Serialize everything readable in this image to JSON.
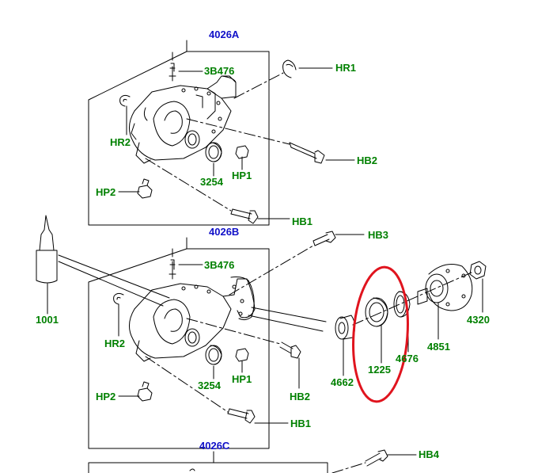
{
  "colors": {
    "assembly_label": "#1010c8",
    "part_label": "#008000",
    "highlight_ring": "#e0141e",
    "linework": "#000000"
  },
  "assemblies": {
    "a": "4026A",
    "b": "4026B",
    "c": "4026C"
  },
  "parts": {
    "a_3b476": "3B476",
    "a_hr1": "HR1",
    "a_hr2": "HR2",
    "a_hb2": "HB2",
    "a_hp1": "HP1",
    "a_3254": "3254",
    "a_hp2": "HP2",
    "a_hb1": "HB1",
    "b_hb3": "HB3",
    "b_3b476": "3B476",
    "b_1001": "1001",
    "b_hr2": "HR2",
    "b_4320": "4320",
    "b_4851": "4851",
    "b_4676": "4676",
    "b_1225": "1225",
    "b_4662": "4662",
    "b_3254": "3254",
    "b_hp1": "HP1",
    "b_hb2": "HB2",
    "b_hp2": "HP2",
    "b_hb1": "HB1",
    "c_hb4": "HB4"
  }
}
